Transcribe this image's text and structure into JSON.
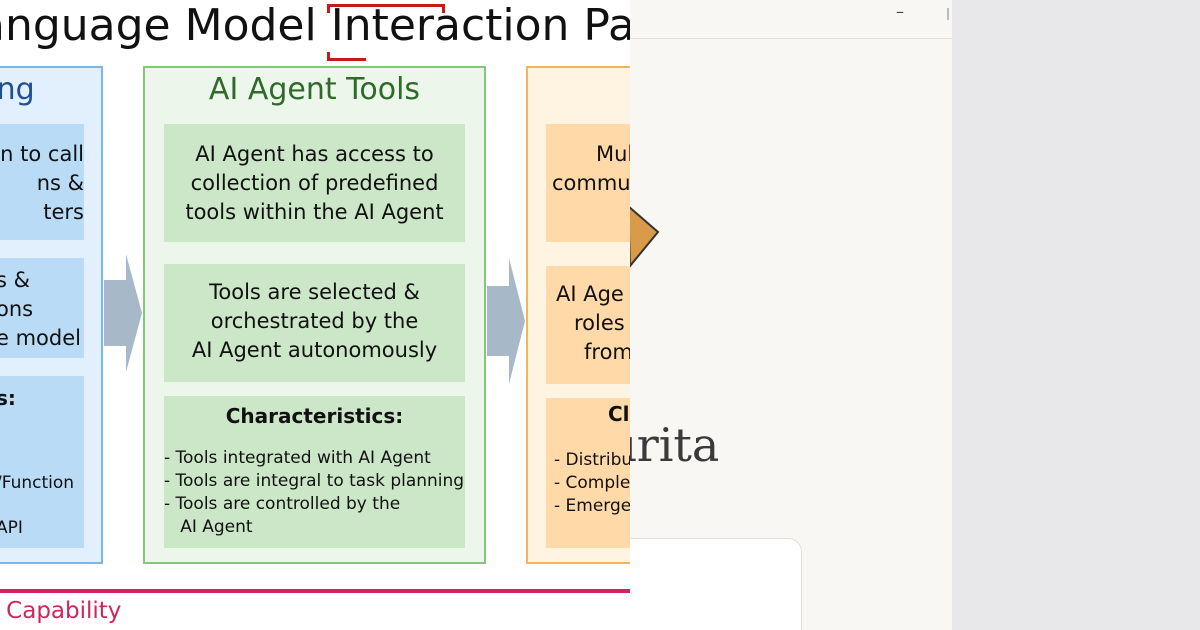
{
  "left": {
    "title_pre": "anguage Model ",
    "title_hl": "Inter",
    "title_post": "action Pa",
    "blue": {
      "heading": "ling",
      "box1": [
        "n to call",
        "ns &",
        "ters"
      ],
      "box2": [
        "s &",
        "ons",
        "e model"
      ],
      "box3_title": "s:",
      "box3_items": [
        "/Function",
        "API"
      ]
    },
    "green": {
      "heading": "AI Agent Tools",
      "box1": [
        "AI Agent has access to",
        "collection of predefined",
        "tools within the AI Agent"
      ],
      "box2": [
        "Tools are selected &",
        "orchestrated by the",
        "AI Agent  autonomously"
      ],
      "char_title": "Characteristics:",
      "char_items": [
        "- Tools integrated with AI Agent",
        "- Tools are integral to task planning",
        "- Tools are controlled by the",
        "   AI Agent"
      ]
    },
    "orange": {
      "box1": [
        "Mul",
        "commur"
      ],
      "box2": [
        "AI Age",
        "roles",
        "from"
      ],
      "char_title": "Cl",
      "char_items": [
        "- Distribu",
        "- Comple",
        "- Emerge"
      ]
    },
    "footer": "y & Capability"
  },
  "middle": {
    "minimize": "–",
    "brand": "ırita"
  },
  "colors": {
    "blue_box": "#b9dbf6",
    "green_box": "#cbe7c7",
    "orange_box": "#ffd9a8",
    "accent_red": "#c61a1a",
    "footer_pink": "#d0255a"
  }
}
